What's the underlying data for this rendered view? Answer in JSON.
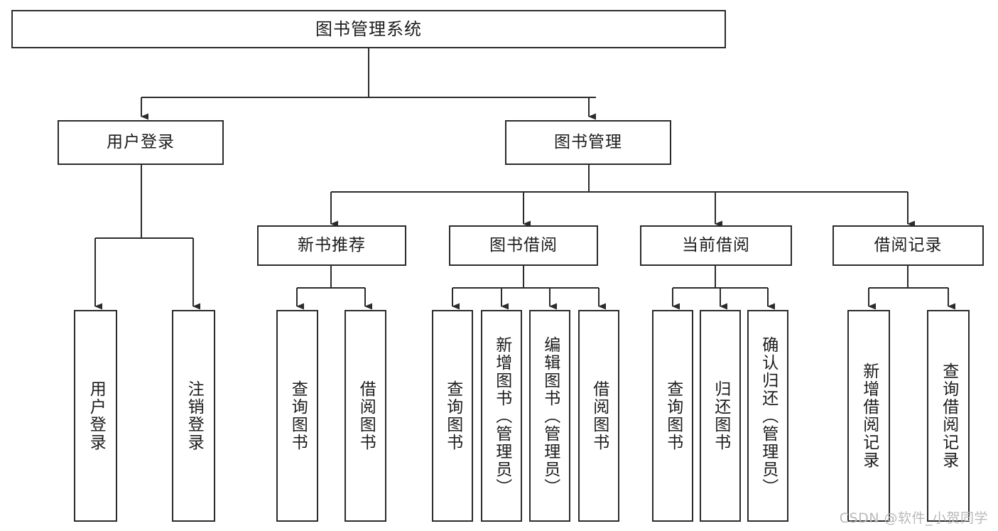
{
  "diagram": {
    "type": "tree",
    "title": "图书管理系统",
    "orientation": "top-down",
    "colors": {
      "box_border": "#2b2b2b",
      "box_fill": "#ffffff",
      "edge": "#2b2b2b",
      "text": "#1c1c1c",
      "watermark": "#b9b9b9",
      "background": "#ffffff"
    },
    "root": {
      "id": "root",
      "label": "图书管理系统"
    },
    "level2": [
      {
        "id": "l2-0",
        "label": "用户登录"
      },
      {
        "id": "l2-1",
        "label": "图书管理"
      }
    ],
    "level3": [
      {
        "id": "l3-0",
        "label": "新书推荐"
      },
      {
        "id": "l3-1",
        "label": "图书借阅"
      },
      {
        "id": "l3-2",
        "label": "当前借阅"
      },
      {
        "id": "l3-3",
        "label": "借阅记录"
      }
    ],
    "leaves": [
      {
        "id": "leaf-0",
        "label": "用户登录",
        "parent": "用户登录"
      },
      {
        "id": "leaf-1",
        "label": "注销登录",
        "parent": "用户登录"
      },
      {
        "id": "leaf-2",
        "label": "查询图书",
        "parent": "新书推荐"
      },
      {
        "id": "leaf-3",
        "label": "借阅图书",
        "parent": "新书推荐"
      },
      {
        "id": "leaf-4",
        "label": "查询图书",
        "parent": "图书借阅"
      },
      {
        "id": "leaf-5",
        "label": "新增图书（管理员）",
        "parent": "图书借阅"
      },
      {
        "id": "leaf-6",
        "label": "编辑图书（管理员）",
        "parent": "图书借阅"
      },
      {
        "id": "leaf-7",
        "label": "借阅图书",
        "parent": "图书借阅"
      },
      {
        "id": "leaf-8",
        "label": "查询图书",
        "parent": "当前借阅"
      },
      {
        "id": "leaf-9",
        "label": "归还图书",
        "parent": "当前借阅"
      },
      {
        "id": "leaf-10",
        "label": "确认归还（管理员）",
        "parent": "当前借阅"
      },
      {
        "id": "leaf-11",
        "label": "新增借阅记录",
        "parent": "借阅记录"
      },
      {
        "id": "leaf-12",
        "label": "查询借阅记录",
        "parent": "借阅记录"
      }
    ],
    "watermark": "CSDN @软件_小贺同学"
  }
}
